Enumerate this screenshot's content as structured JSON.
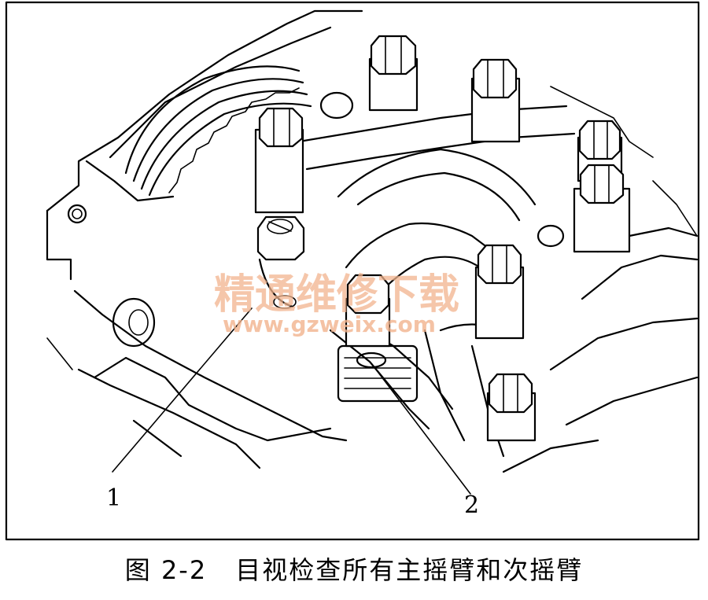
{
  "figure": {
    "caption_number": "图 2-2",
    "caption_text": "目视检查所有主摇臂和次摇臂",
    "callouts": [
      {
        "id": "1",
        "label": "1"
      },
      {
        "id": "2",
        "label": "2"
      }
    ],
    "watermark": {
      "text": "精通维修下载",
      "url": "www.gzweix.com",
      "color": "#f2b48e"
    }
  }
}
